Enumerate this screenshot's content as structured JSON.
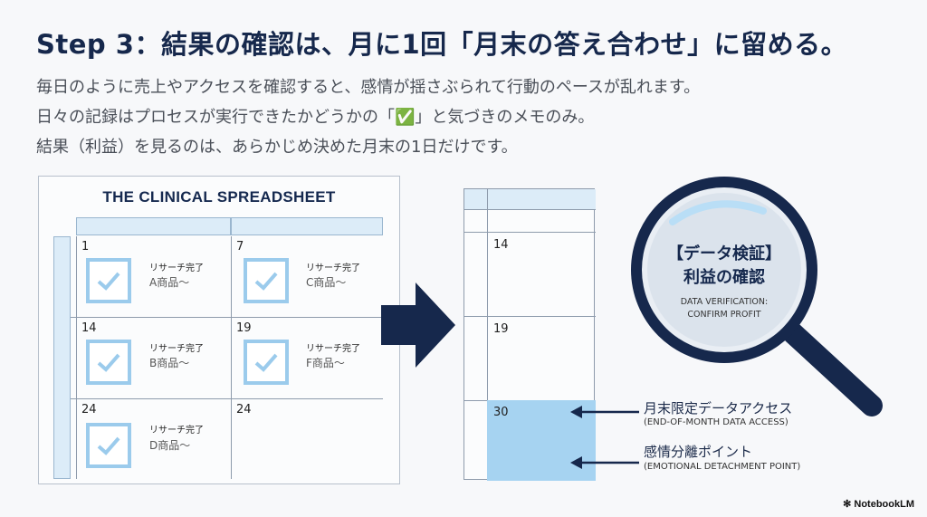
{
  "title": "Step 3：結果の確認は、月に1回「月末の答え合わせ」に留める。",
  "body": {
    "line1": "毎日のように売上やアクセスを確認すると、感情が揺さぶられて行動のペースが乱れます。",
    "line2": "日々の記録はプロセスが実行できたかどうかの「✅」と気づきのメモのみ。",
    "line3": "結果（利益）を見るのは、あらかじめ決めた月末の1日だけです。"
  },
  "spreadsheet": {
    "title": "THE CLINICAL SPREADSHEET",
    "cells": [
      {
        "day": "1",
        "status": "リサーチ完了",
        "item": "A商品〜"
      },
      {
        "day": "7",
        "status": "リサーチ完了",
        "item": "C商品〜"
      },
      {
        "day": "14",
        "status": "リサーチ完了",
        "item": "B商品〜"
      },
      {
        "day": "19",
        "status": "リサーチ完了",
        "item": "F商品〜"
      },
      {
        "day": "24",
        "status": "リサーチ完了",
        "item": "D商品〜"
      },
      {
        "day": "24"
      }
    ]
  },
  "calendar": {
    "days": [
      "14",
      "19",
      "30"
    ]
  },
  "magnifier": {
    "line1": "【データ検証】",
    "line2": "利益の確認",
    "en1": "DATA VERIFICATION:",
    "en2": "CONFIRM PROFIT"
  },
  "annotations": [
    {
      "jp": "月末限定データアクセス",
      "en": "(END-OF-MONTH DATA ACCESS)"
    },
    {
      "jp": "感情分離ポイント",
      "en": "(EMOTIONAL DETACHMENT POINT)"
    }
  ],
  "logo": "NotebookLM",
  "colors": {
    "navy": "#16284c",
    "light_blue": "#a6d3f1",
    "check_blue": "#9bcbec"
  }
}
